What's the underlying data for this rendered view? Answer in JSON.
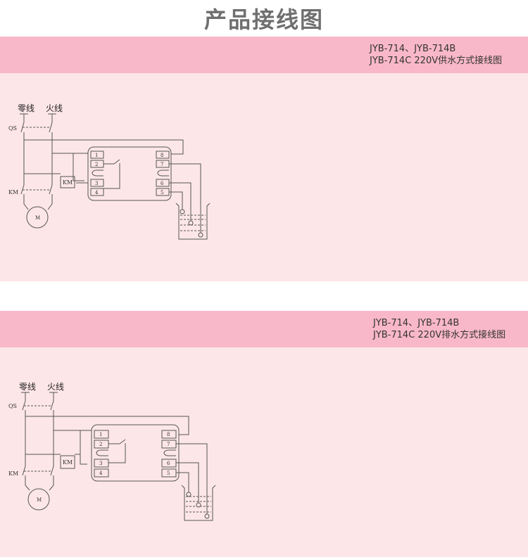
{
  "page_title": "产品接线图",
  "section1": {
    "band_line1": "JYB-714、JYB-714B",
    "band_line2": "JYB-714C  220V供水方式接线图"
  },
  "section2": {
    "band_line1": "JYB-714、JYB-714B",
    "band_line2": "JYB-714C 220V排水方式接线图"
  },
  "diagram_labels": {
    "neutral": "零线",
    "live": "火线",
    "qs": "QS",
    "km": "KM",
    "km_coil": "KM",
    "motor": "M",
    "terminals": [
      "1",
      "2",
      "3",
      "4",
      "8",
      "7",
      "6",
      "5"
    ]
  },
  "colors": {
    "band": "#f9b8c9",
    "section_bg": "#fde6e8",
    "title": "#6f6f6f",
    "line": "#555555"
  }
}
